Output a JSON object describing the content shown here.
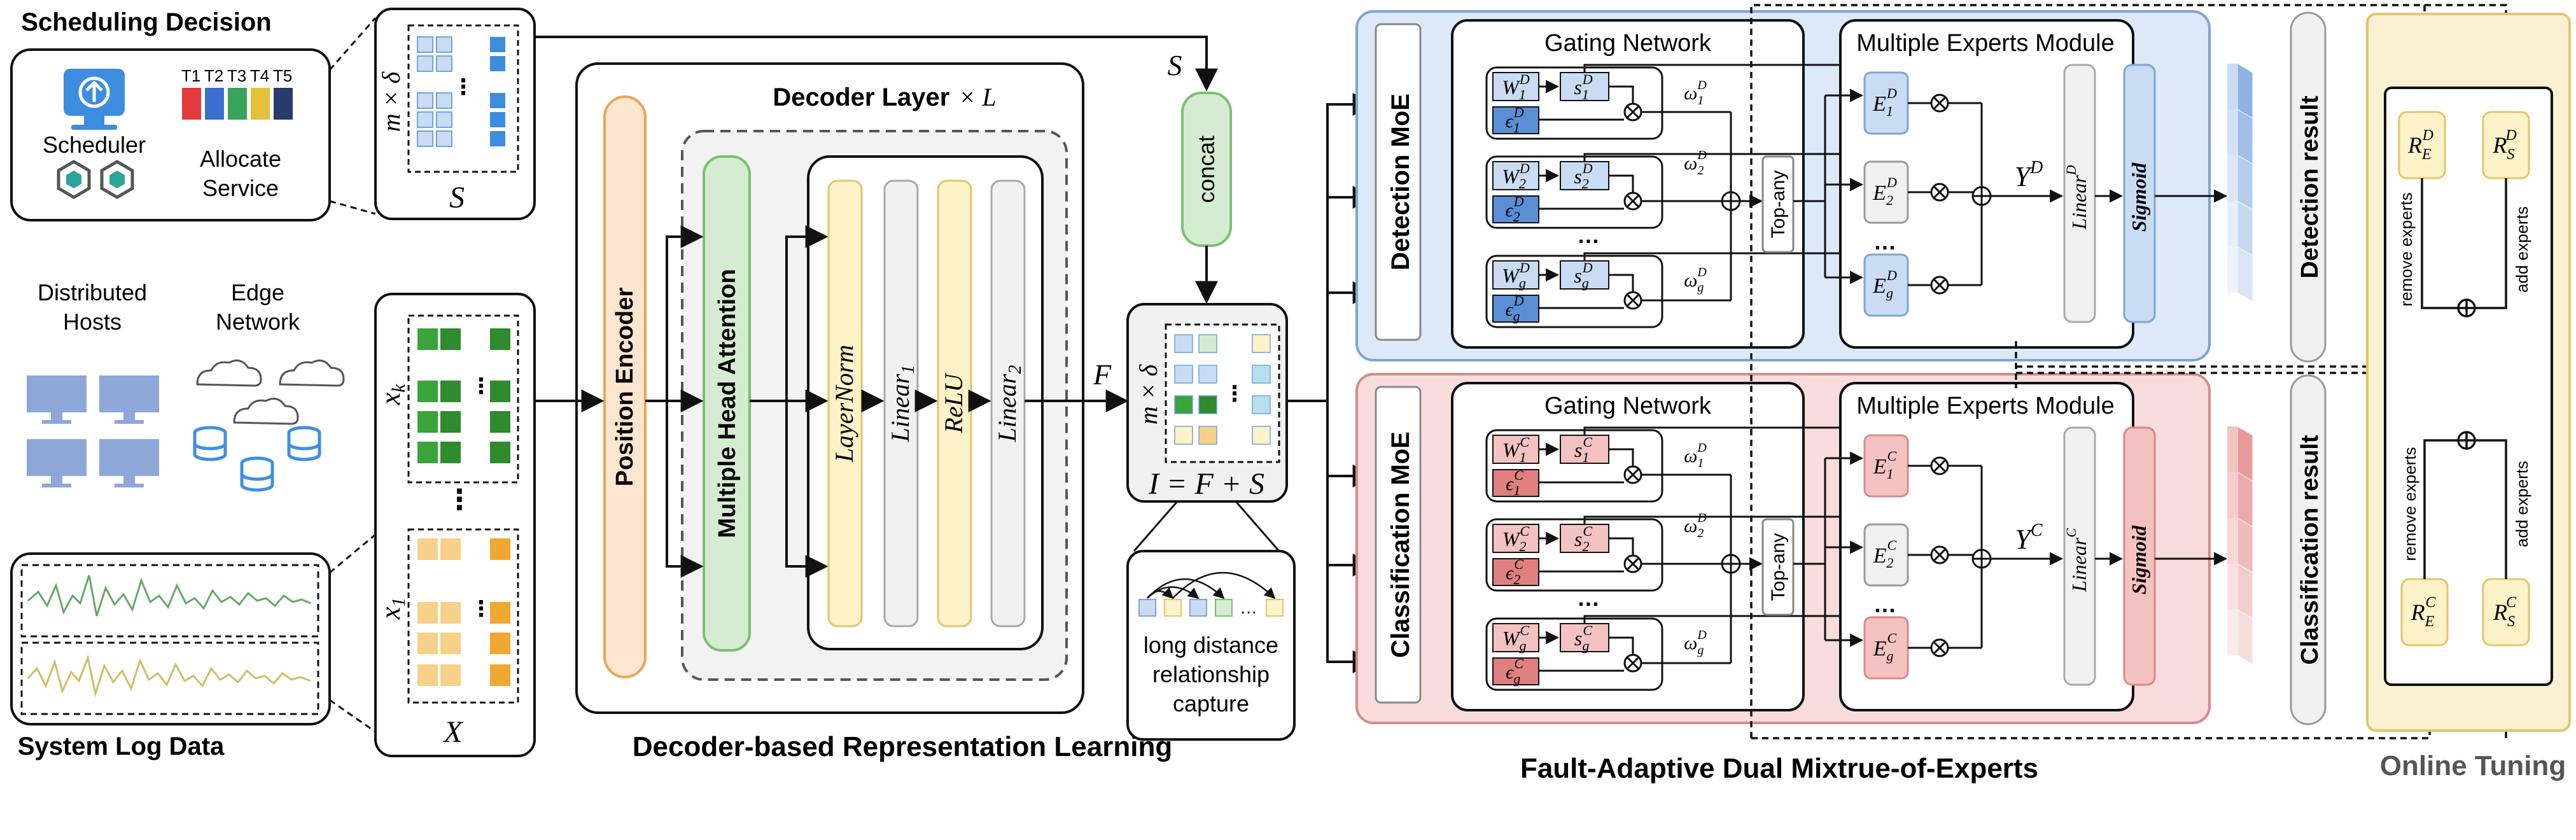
{
  "colors": {
    "pos_fill": "#fde6cf",
    "pos_stroke": "#e8a55a",
    "mha_fill": "#d6ecd2",
    "mha_stroke": "#7bbf72",
    "ln_fill": "#fdf2c8",
    "ln_stroke": "#e3c56b",
    "lin_fill": "#f1f1f1",
    "lin_stroke": "#a8a8a8",
    "det_bg": "#dde9f8",
    "det_stroke": "#7ea4d6",
    "cls_bg": "#f9dcdc",
    "cls_stroke": "#d78a8a",
    "online_bg": "#fbf1d2",
    "online_stroke": "#e3c56b",
    "concat_fill": "#d6ecd2",
    "concat_stroke": "#7bbf72",
    "blue_cell": "#6fa3e0",
    "blue_light": "#c9dcf4",
    "green_dark": "#2e8b2e",
    "green_mid": "#3aa33a",
    "orange_dark": "#f0a830",
    "orange_light": "#f7d08a"
  },
  "left": {
    "scheduling_title": "Scheduling Decision",
    "scheduler_label": "Scheduler",
    "allocate_line1": "Allocate",
    "allocate_line2": "Service",
    "task_labels": [
      "T1",
      "T2",
      "T3",
      "T4",
      "T5"
    ],
    "hosts_line1": "Distributed",
    "hosts_line2": "Hosts",
    "edge_line1": "Edge",
    "edge_line2": "Network",
    "syslog_title": "System Log Data"
  },
  "matrices": {
    "s_dim": "m × δ",
    "s_label": "S",
    "x_label": "X",
    "xk_label": "x",
    "xk_sub": "k",
    "x1_label": "x",
    "x1_sub": "1",
    "dots": "⋮"
  },
  "decoder": {
    "layer_title": "Decoder Layer",
    "layer_times": "× L",
    "pos_encoder": "Position Encoder",
    "mha": "Multiple Head Attention",
    "layernorm": "LayerNorm",
    "linear1": "Linear",
    "linear1_sub": "1",
    "relu": "ReLU",
    "linear2": "Linear",
    "linear2_sub": "2",
    "caption": "Decoder-based Representation Learning",
    "f_label": "F"
  },
  "fusion": {
    "s_top_label": "S",
    "concat": "concat",
    "dim": "m × δ",
    "eq": "I = F + S",
    "ldr_line1": "long distance",
    "ldr_line2": "relationship",
    "ldr_line3": "capture"
  },
  "moe": {
    "detection_label": "Detection MoE",
    "classification_label": "Classification MoE",
    "gating_title": "Gating Network",
    "experts_title": "Multiple Experts Module",
    "topany": "Top-any",
    "sigmoid": "Sigmoid",
    "linear": "Linear",
    "det_sup": "D",
    "cls_sup": "C",
    "y_label": "Y",
    "detection_result": "Detection result",
    "classification_result": "Classification result",
    "caption": "Fault-Adaptive Dual Mixtrue-of-Experts",
    "ellipsis": "…",
    "subs": [
      "1",
      "2",
      "g"
    ]
  },
  "online": {
    "caption": "Online Tuning",
    "remove_experts": "remove experts",
    "add_experts": "add experts",
    "re_label": "R",
    "re_sub": "E",
    "rs_label": "R",
    "rs_sub": "S"
  }
}
